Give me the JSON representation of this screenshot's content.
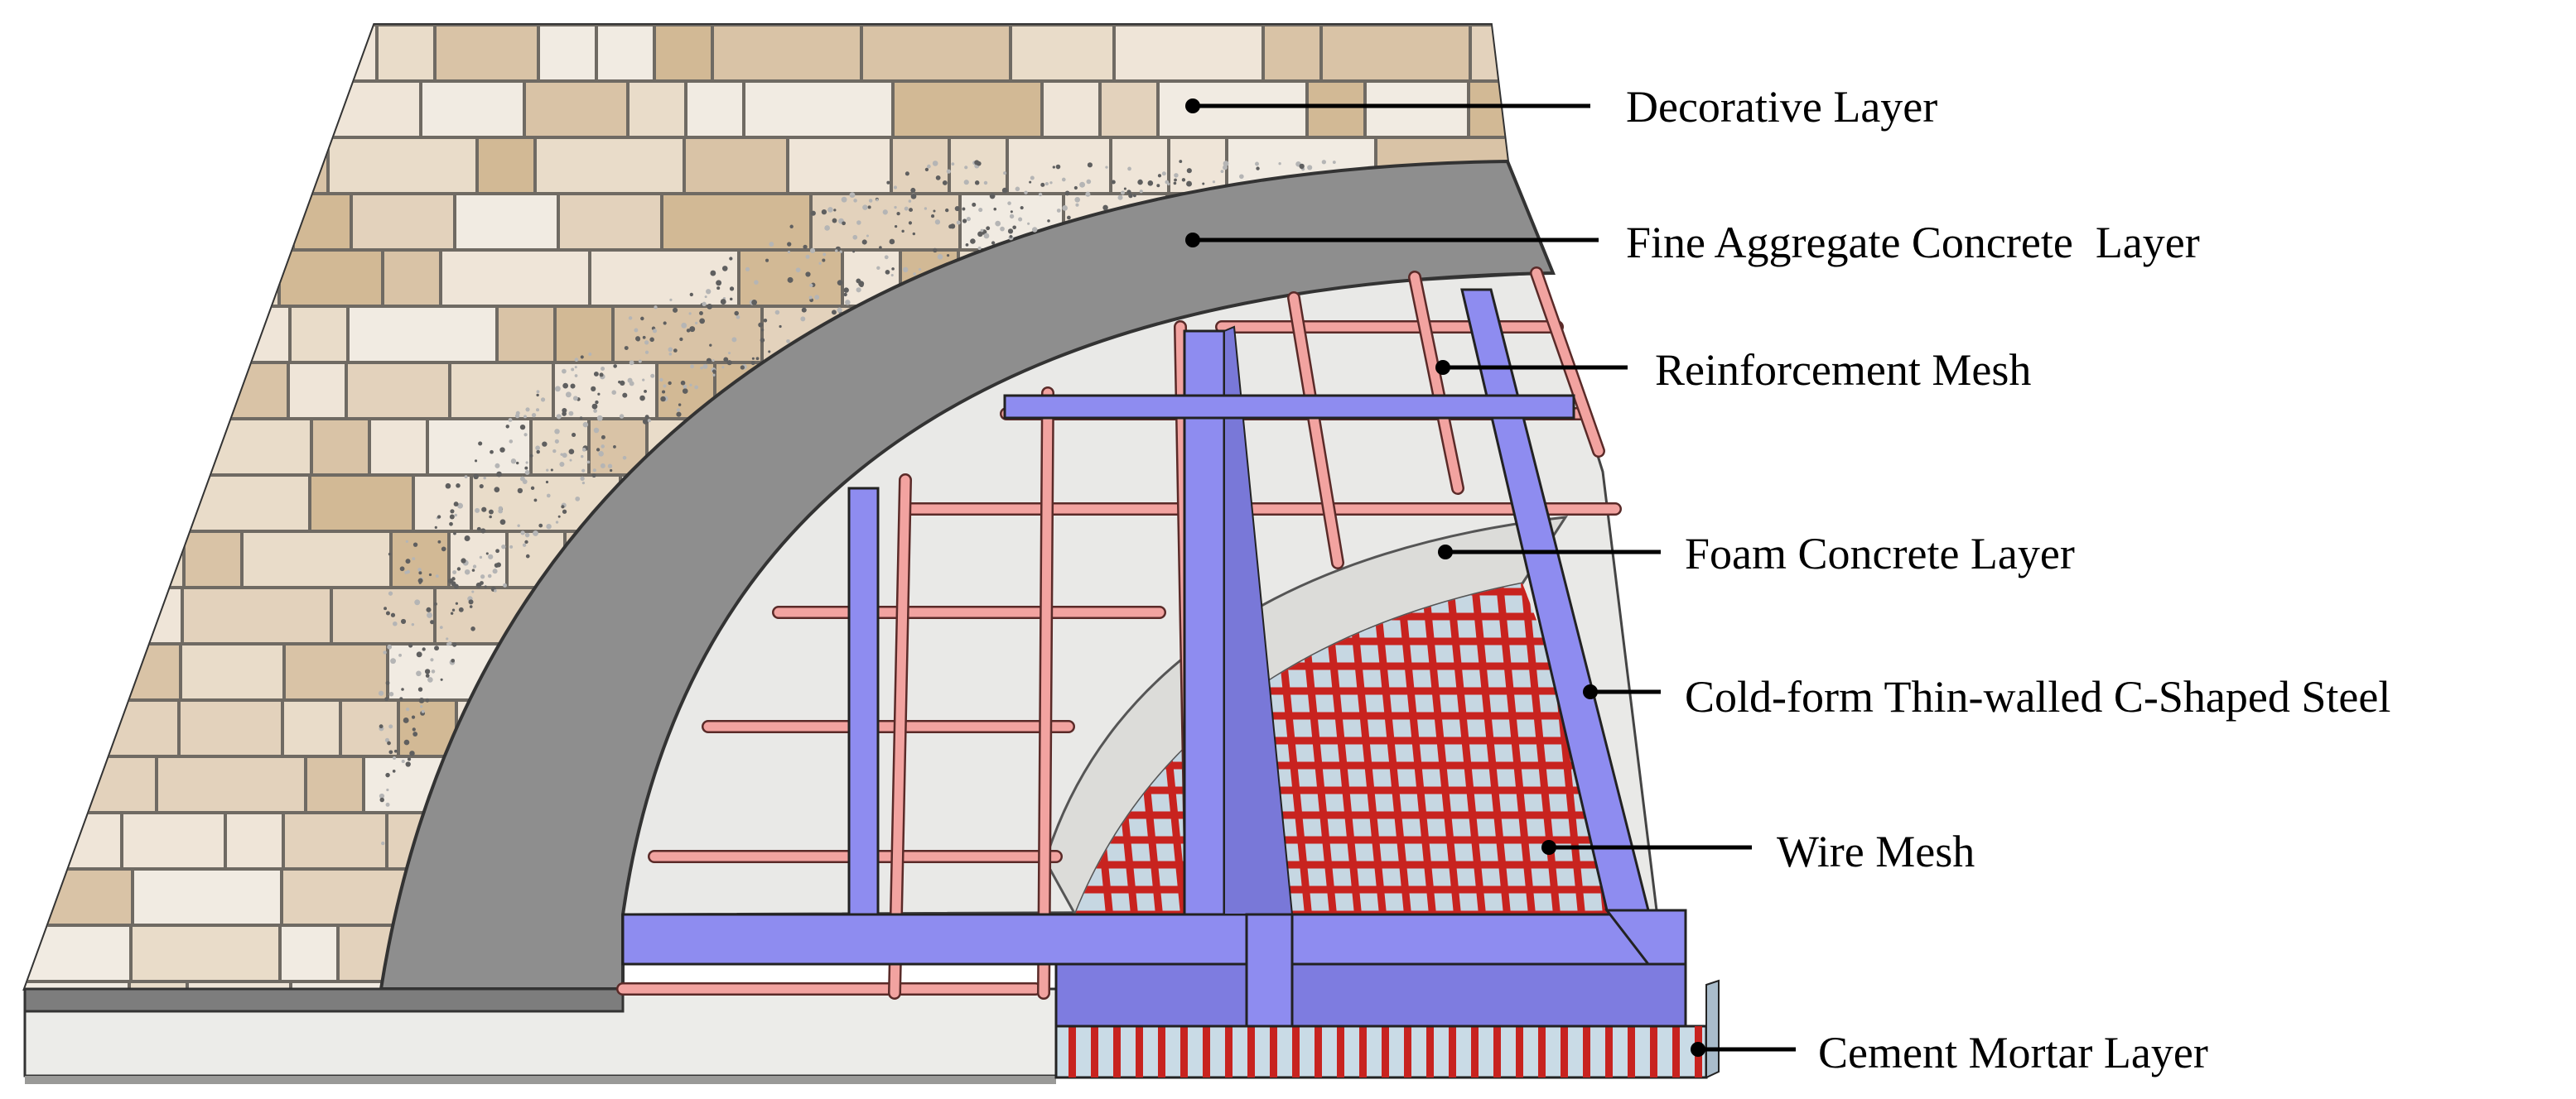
{
  "diagram": {
    "layers": [
      {
        "key": "decorative",
        "label": "Decorative Layer"
      },
      {
        "key": "fine_aggregate",
        "label": "Fine Aggregate Concrete  Layer"
      },
      {
        "key": "reinforcement",
        "label": "Reinforcement Mesh"
      },
      {
        "key": "foam",
        "label": "Foam Concrete Layer"
      },
      {
        "key": "steel",
        "label": "Cold-form Thin-walled C-Shaped Steel"
      },
      {
        "key": "wire",
        "label": "Wire Mesh"
      },
      {
        "key": "mortar",
        "label": "Cement Mortar Layer"
      }
    ],
    "colors": {
      "tile_fill": "#e6d8c4",
      "tile_grout": "#6f6a63",
      "fine_concrete": "#8e8e8e",
      "foam_concrete": "#e9e9e7",
      "rebar": "#f2a3a0",
      "steel_c_section": "#8e8cf0",
      "wire_mesh": "#c8231f",
      "mortar": "#c9dbe6",
      "leader_line": "#000000"
    }
  }
}
